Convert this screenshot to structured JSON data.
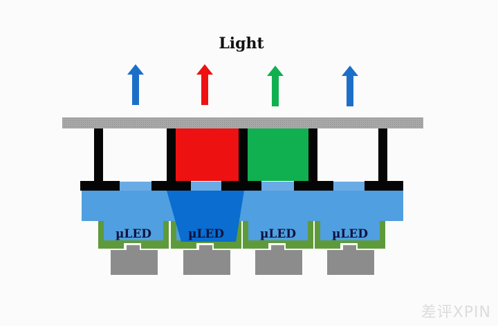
{
  "title": "Light",
  "led_label": "µLED",
  "watermark": "差评XPIN",
  "colors": {
    "red": "#ee1111",
    "green": "#10b050",
    "blue_arrow": "#1c6fc8",
    "light_blue": "#509fe0",
    "dark_blue": "#0a6dcf",
    "led_frame": "#5e9a3a",
    "cover": "#a6a6a6",
    "base": "#8c8c8c"
  }
}
